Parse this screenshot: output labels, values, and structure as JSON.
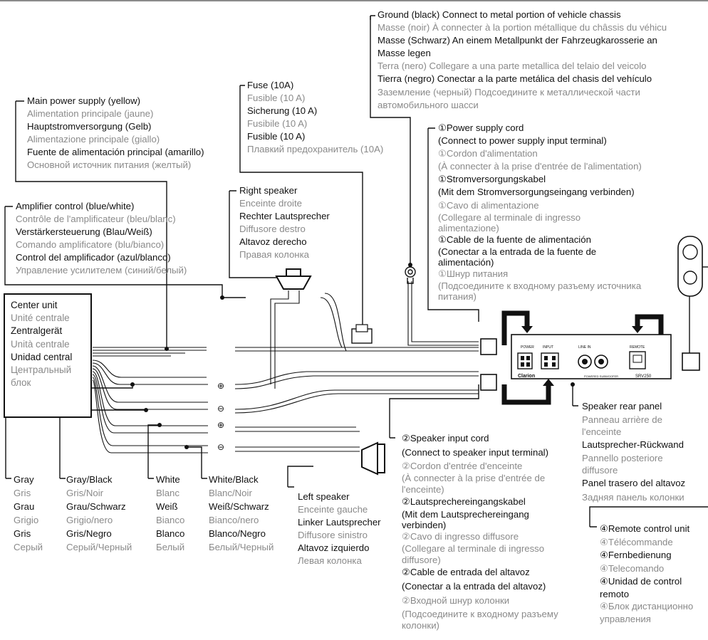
{
  "ground": [
    "Ground (black) Connect to metal portion of vehicle chassis",
    "Masse (noir) À connecter à la portion métallique du châssis du véhicu",
    "Masse (Schwarz) An einem Metallpunkt der Fahrzeugkarosserie an",
    "Masse legen",
    "Terra (nero) Collegare a una parte metallica del telaio del veicolo",
    "Tierra (negro) Conectar a la parte metálica del chasis del vehículo",
    "Заземление (черный) Подсоедините к металлической части",
    "автомобильного шасси"
  ],
  "fuse": [
    "Fuse (10A)",
    "Fusible (10 A)",
    "Sicherung (10 A)",
    "Fusibile (10 A)",
    "Fusible (10 A)",
    "Плавкий предохранитель (10A)"
  ],
  "main_power": [
    "Main power supply (yellow)",
    "Alimentation principale (jaune)",
    "Hauptstromversorgung (Gelb)",
    "Alimentazione principale (giallo)",
    "Fuente de alimentación principal (amarillo)",
    "Основной источник питания (желтый)"
  ],
  "right_speaker": [
    "Right speaker",
    "Enceinte droite",
    "Rechter Lautsprecher",
    "Diffusore destro",
    "Altavoz derecho",
    "Правая колонка"
  ],
  "amp_control": [
    "Amplifier control (blue/white)",
    "Contrôle de l'amplificateur (bleu/blanc)",
    "Verstärkersteuerung (Blau/Weiß)",
    "Comando amplificatore (blu/bianco)",
    "Control del amplificador (azul/blanco)",
    "Управление усилителем (синий/белый)"
  ],
  "power_cord": [
    "①Power supply cord",
    "(Connect to power supply input terminal)",
    "①Cordon d'alimentation",
    "(À connecter à la prise d'entrée de l'alimentation)",
    "①Stromversorgungskabel",
    "(Mit dem Stromversorgungseingang verbinden)",
    "①Cavo di alimentazione",
    "(Collegare al terminale di ingresso",
    "alimentazione)",
    "①Cable de la fuente de alimentación",
    "(Conectar a la entrada de la fuente de",
    "alimentación)",
    "①Шнур питания",
    "(Подсоедините к входному разъему источника",
    "питания)"
  ],
  "center_unit": [
    "Center unit",
    "Unité centrale",
    "Zentralgerät",
    "Unità centrale",
    "Unidad central",
    "Центральный",
    "блок"
  ],
  "speaker_rear": [
    "Speaker rear panel",
    "Panneau arrière de",
    "l'enceinte",
    "Lautsprecher-Rückwand",
    "Pannello posteriore",
    "diffusore",
    "Panel trasero del altavoz",
    "Задняя панель колонки"
  ],
  "speaker_input": [
    "②Speaker input cord",
    "(Connect to speaker input terminal)",
    "②Cordon d'entrée d'enceinte",
    "(À connecter à la prise d'entrée de",
    "l'enceinte)",
    "②Lautsprechereingangskabel",
    "(Mit dem Lautsprechereingang",
    "verbinden)",
    "②Cavo di ingresso diffusore",
    "(Collegare al terminale di ingresso",
    "diffusore)",
    "②Cable de entrada del altavoz",
    "(Conectar a la entrada del altavoz)",
    "②Входной шнур колонки",
    "(Подсоедините к входному разъему",
    "колонки)"
  ],
  "left_speaker": [
    "Left speaker",
    "Enceinte gauche",
    "Linker Lautsprecher",
    "Diffusore sinistro",
    "Altavoz izquierdo",
    "Левая колонка"
  ],
  "remote": [
    "④Remote control unit",
    "④Télécommande",
    "④Fernbedienung",
    "④Telecomando",
    "④Unidad de control",
    "remoto",
    "④Блок дистанционно",
    "управления"
  ],
  "wire_gray": [
    "Gray",
    "Gris",
    "Grau",
    "Grigio",
    "Gris",
    "Серый"
  ],
  "wire_gray_black": [
    "Gray/Black",
    "Gris/Noir",
    "Grau/Schwarz",
    "Grigio/nero",
    "Gris/Negro",
    "Серый/Черный"
  ],
  "wire_white": [
    "White",
    "Blanc",
    "Weiß",
    "Bianco",
    "Blanco",
    "Белый"
  ],
  "wire_white_black": [
    "White/Black",
    "Blanc/Noir",
    "Weiß/Schwarz",
    "Bianco/nero",
    "Blanco/Negro",
    "Белый/Черный"
  ],
  "device": {
    "brand": "Clarion",
    "model": "SRV250",
    "subtitle": "POWERED SUBWOOFER",
    "port_power": "POWER",
    "port_input": "INPUT",
    "port_line": "LINE IN",
    "port_remote": "REMOTE"
  },
  "polarity": {
    "plus": "⊕",
    "minus": "⊖"
  }
}
